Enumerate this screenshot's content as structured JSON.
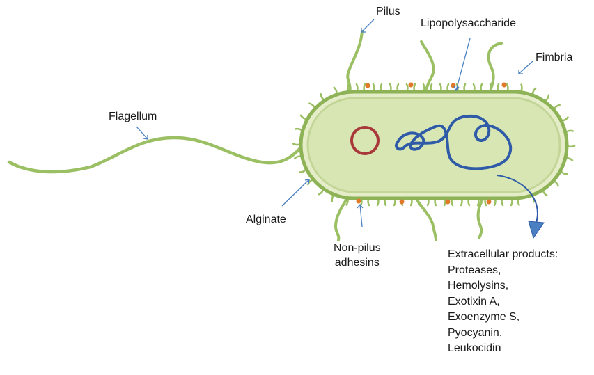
{
  "labels": {
    "pilus": "Pilus",
    "lipopolysaccharide": "Lipopolysaccharide",
    "fimbria": "Fimbria",
    "flagellum": "Flagellum",
    "alginate": "Alginate",
    "non_pilus_line1": "Non-pilus",
    "non_pilus_line2": "adhesins"
  },
  "extracellular": {
    "title": "Extracellular products:",
    "items": [
      "Proteases,",
      "Hemolysins,",
      "Exotixin A,",
      "Exoenzyme S,",
      "Pyocyanin,",
      "Leukocidin"
    ]
  },
  "colors": {
    "cell_fill": "#d8e6b3",
    "cell_edge": "#8db356",
    "appendage": "#9bbf63",
    "plasmid": "#a8383a",
    "chromosome": "#2e5aa8",
    "arrow": "#4a7fc1",
    "adhesin_dot": "#e07a2a"
  }
}
